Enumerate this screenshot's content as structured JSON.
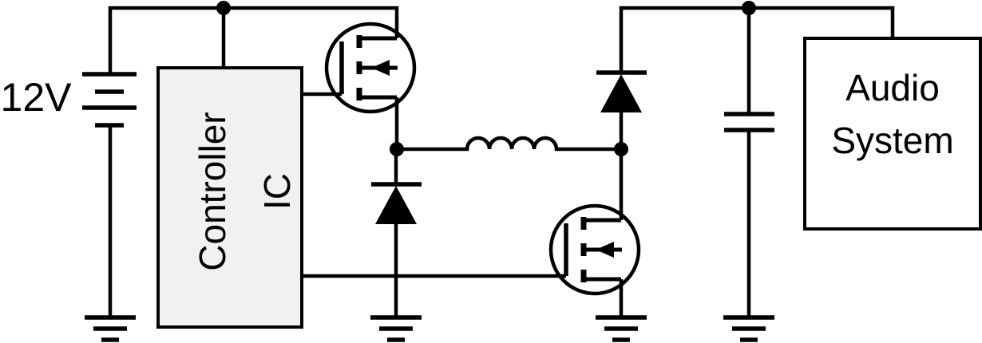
{
  "diagram": {
    "type": "circuit-schematic",
    "description": "12V battery powering a two-switch buck-boost DC-DC converter (controller IC, two MOSFETs, two diodes, inductor, output capacitor) that supplies an Audio System load",
    "colors": {
      "line": "#000000",
      "text": "#000000",
      "controller_fill": "#f1f1f1",
      "load_fill": "#ffffff",
      "background": "#ffffff"
    },
    "battery": {
      "label": "12V"
    },
    "controller": {
      "line1": "Controller",
      "line2": "IC"
    },
    "load": {
      "line1": "Audio",
      "line2": "System"
    },
    "components": [
      {
        "name": "battery",
        "type": "dc-voltage-source",
        "label": "12V"
      },
      {
        "name": "controller-ic",
        "type": "ic-block",
        "label": "Controller IC"
      },
      {
        "name": "high-side-mosfet",
        "type": "mosfet-with-body-diode"
      },
      {
        "name": "freewheel-diode",
        "type": "diode"
      },
      {
        "name": "inductor",
        "type": "inductor-4-turns"
      },
      {
        "name": "low-side-mosfet",
        "type": "mosfet-with-body-diode"
      },
      {
        "name": "output-diode",
        "type": "diode"
      },
      {
        "name": "output-capacitor",
        "type": "capacitor"
      },
      {
        "name": "audio-system",
        "type": "load-block",
        "label": "Audio System"
      },
      {
        "name": "ground",
        "type": "earth-ground",
        "count": 4
      }
    ]
  }
}
